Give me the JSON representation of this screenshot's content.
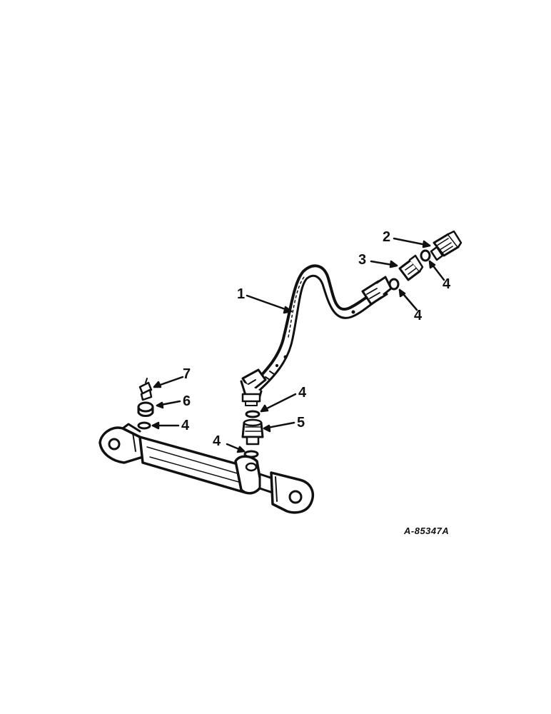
{
  "diagram": {
    "drawing_number": "A-85347A",
    "callouts": [
      {
        "id": "c2",
        "text": "2"
      },
      {
        "id": "c3",
        "text": "3"
      },
      {
        "id": "c4a",
        "text": "4"
      },
      {
        "id": "c4b",
        "text": "4"
      },
      {
        "id": "c1",
        "text": "1"
      },
      {
        "id": "c7",
        "text": "7"
      },
      {
        "id": "c6",
        "text": "6"
      },
      {
        "id": "c4c",
        "text": "4"
      },
      {
        "id": "c4d",
        "text": "4"
      },
      {
        "id": "c5",
        "text": "5"
      },
      {
        "id": "c4e",
        "text": "4"
      }
    ],
    "colors": {
      "ink": "#111111",
      "paper": "#ffffff"
    }
  }
}
